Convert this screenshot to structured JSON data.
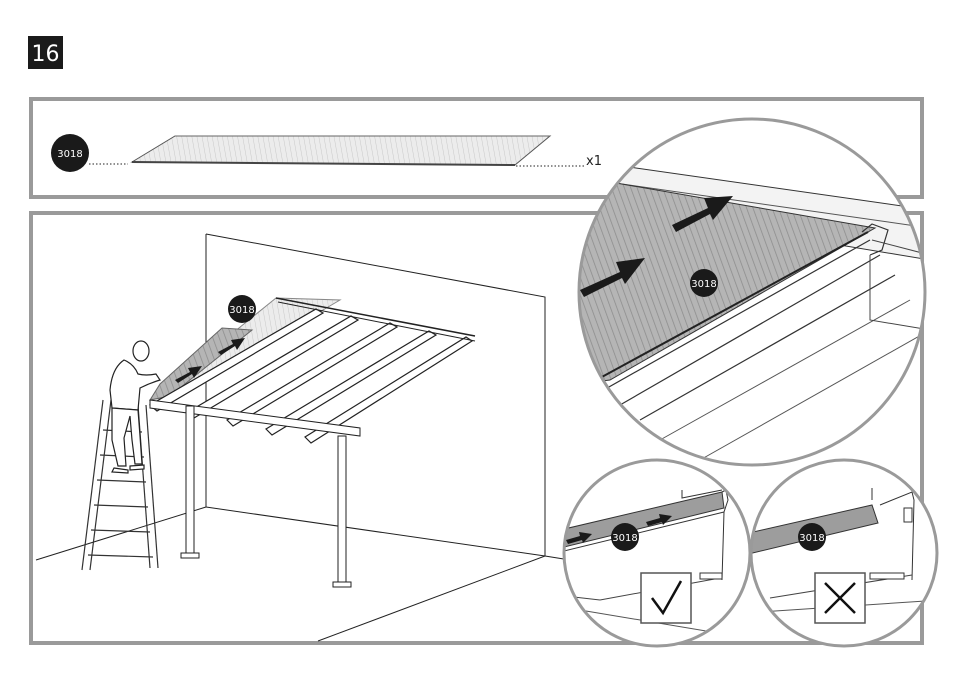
{
  "step": {
    "number": "16"
  },
  "parts_box": {
    "part_id": "3018",
    "quantity": "x1"
  },
  "main_scene": {
    "panel_label": "3018"
  },
  "zoom_detail": {
    "panel_label": "3018"
  },
  "correct_detail": {
    "panel_label": "3018",
    "verdict_icon": "check-mark-icon"
  },
  "incorrect_detail": {
    "panel_label": "3018",
    "verdict_icon": "cross-mark-icon"
  },
  "colors": {
    "frame_gray": "#9a9a9a",
    "badge_dark": "#1a1a1a",
    "panel_gray": "#9d9d9d",
    "line": "#222222"
  }
}
